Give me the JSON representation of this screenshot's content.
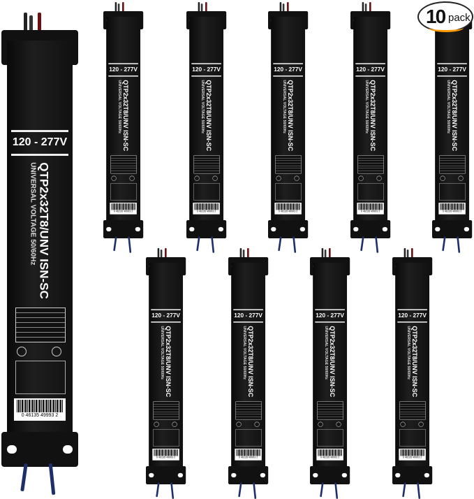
{
  "badge": {
    "count": "10",
    "unit": "pack",
    "accent": "#ff9900"
  },
  "product": {
    "voltage": "120 - 277V",
    "model": "QTP2x32T8/UNV ISN-SC",
    "subtitle": "UNIVERSAL VOLTAGE 50/60Hz",
    "upc": "0 46135 49993 2"
  },
  "ballast_count": 10
}
